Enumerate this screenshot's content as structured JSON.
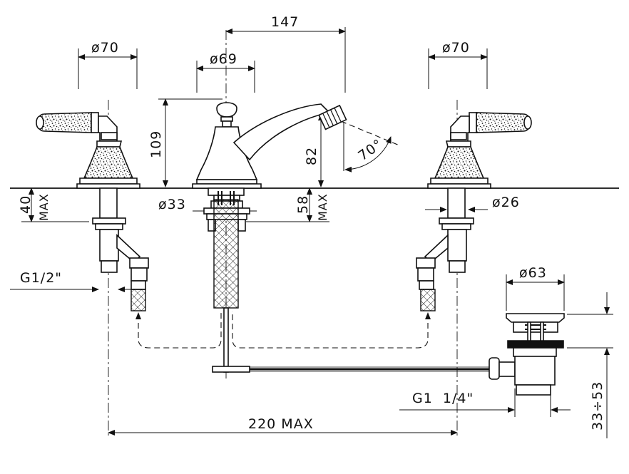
{
  "drawing": {
    "line_color": "#111111",
    "background_color": "#ffffff",
    "dimensions": {
      "top_spacing": "147",
      "left_handle_diameter": "ø70",
      "spout_base_diameter": "ø69",
      "right_handle_diameter": "ø70",
      "spout_height": "109",
      "outlet_height": "82",
      "outlet_angle": "70°",
      "deck_thickness_left": "40",
      "deck_thickness_left_max": "MAX",
      "shank_diameter": "ø33",
      "deck_thickness_center": "58",
      "deck_thickness_center_max": "MAX",
      "valve_shank_diameter": "ø26",
      "left_connection_thread": "G1/2\"",
      "waste_diameter": "ø63",
      "waste_connection_thread": "G1  1/4\"",
      "waste_height_range": "33÷53",
      "overall_width": "220 MAX"
    }
  }
}
